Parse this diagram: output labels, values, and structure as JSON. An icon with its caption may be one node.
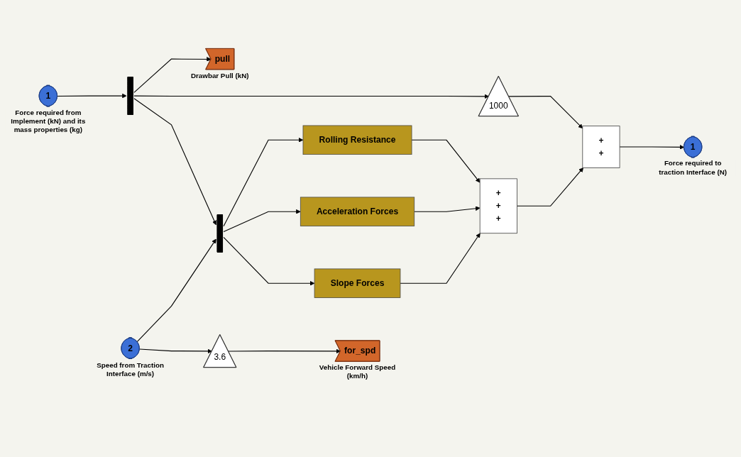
{
  "diagram": {
    "nodes": [
      {
        "text": [
          "1"
        ],
        "beside": [
          "Force required from Implement (kN) and its mass properties (kg)"
        ]
      },
      {
        "text": [],
        "shape": "bar"
      },
      {
        "text": [
          "pull"
        ],
        "beside": [
          "Drawbar Pull (kN)"
        ]
      },
      {
        "text": [
          "1000"
        ]
      },
      {
        "text": [
          "Rolling Resistance"
        ]
      },
      {
        "text": [
          "Acceleration Forces"
        ]
      },
      {
        "text": [
          "Slope Forces"
        ]
      },
      {
        "text": [
          "+",
          "+",
          "+"
        ]
      },
      {
        "text": [
          "+",
          "+"
        ]
      },
      {
        "text": [
          "1"
        ],
        "beside": [
          "Force required to traction Interface (N)"
        ]
      },
      {
        "text": [
          "2"
        ],
        "beside": [
          "Speed from Traction Interface (m/s)"
        ]
      },
      {
        "text": [],
        "shape": "bar"
      },
      {
        "text": [
          "3.6"
        ]
      },
      {
        "text": [
          "for_spd"
        ],
        "beside": [
          "Vehicle Forward Speed (km/h)"
        ]
      }
    ],
    "edges": [
      {
        "from": 0,
        "to": 1,
        "arrow": "to"
      },
      {
        "from": 1,
        "to": 2,
        "arrow": "to"
      },
      {
        "from": 1,
        "to": 3,
        "arrow": "to"
      },
      {
        "from": 1,
        "to": 11,
        "arrow": "to"
      },
      {
        "from": 10,
        "to": 11,
        "arrow": "to"
      },
      {
        "from": 10,
        "to": 12,
        "arrow": "to"
      },
      {
        "from": 11,
        "to": 4,
        "arrow": "to"
      },
      {
        "from": 11,
        "to": 5,
        "arrow": "to"
      },
      {
        "from": 11,
        "to": 6,
        "arrow": "to"
      },
      {
        "from": 4,
        "to": 7,
        "arrow": "to"
      },
      {
        "from": 5,
        "to": 7,
        "arrow": "to"
      },
      {
        "from": 6,
        "to": 7,
        "arrow": "to"
      },
      {
        "from": 7,
        "to": 8,
        "arrow": "to"
      },
      {
        "from": 3,
        "to": 8,
        "arrow": "to"
      },
      {
        "from": 8,
        "to": 9,
        "arrow": "to"
      },
      {
        "from": 12,
        "to": 13,
        "arrow": "to"
      }
    ]
  }
}
